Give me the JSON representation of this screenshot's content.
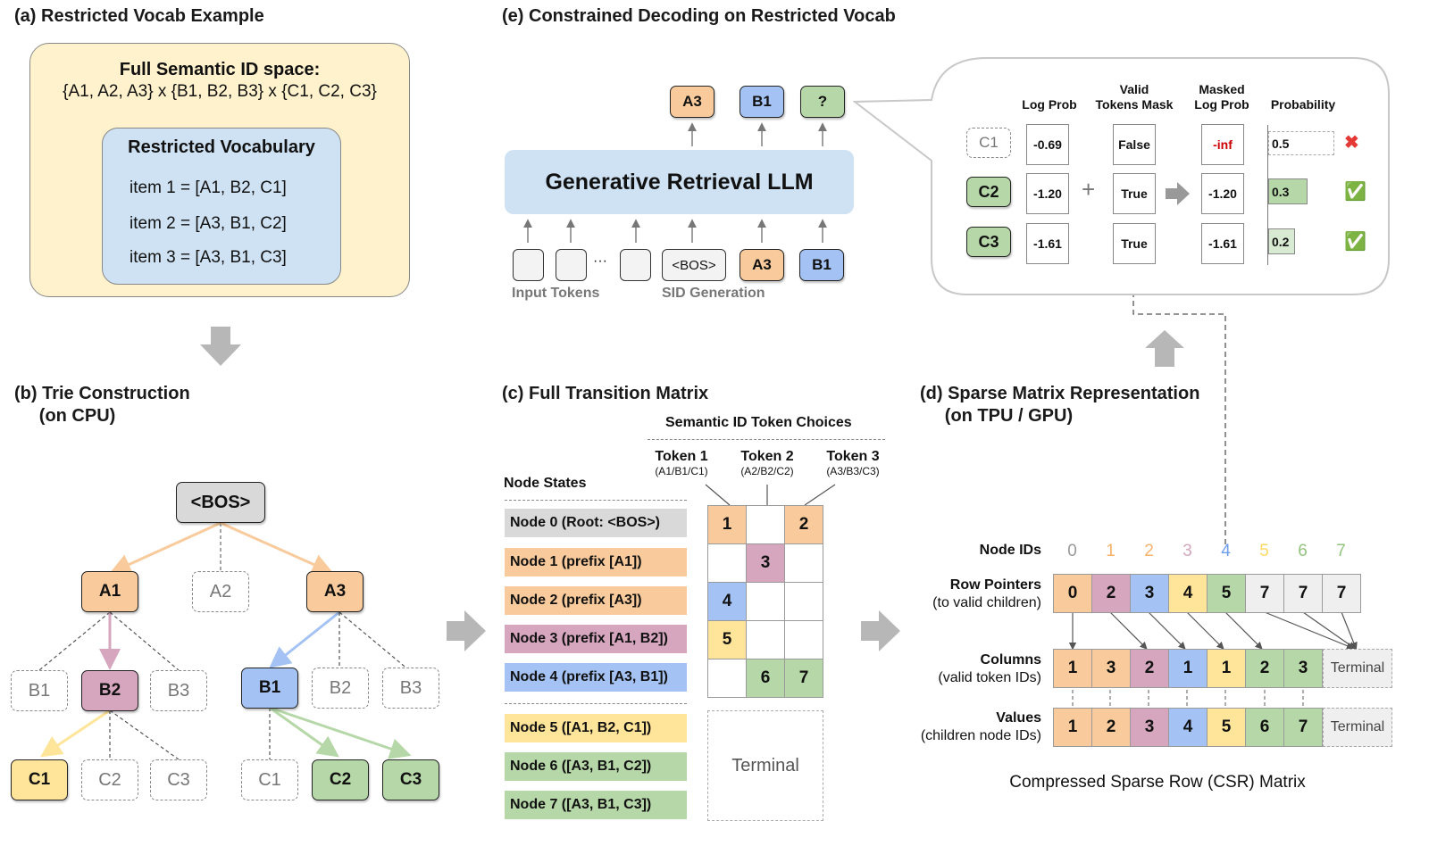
{
  "panel_a": {
    "title": "(a) Restricted Vocab Example",
    "full_space_title": "Full Semantic ID space:",
    "full_space_expr": "{A1, A2, A3} x {B1, B2, B3} x {C1, C2, C3}",
    "restricted_title": "Restricted Vocabulary",
    "items": [
      "item 1 = [A1, B2, C1]",
      "item 2 = [A3, B1, C2]",
      "item 3 = [A3, B1, C3]"
    ]
  },
  "panel_b": {
    "title": "(b) Trie Construction\n     (on CPU)",
    "root": "<BOS>",
    "level1": [
      {
        "label": "A1",
        "valid": true,
        "color": "orange"
      },
      {
        "label": "A2",
        "valid": false
      },
      {
        "label": "A3",
        "valid": true,
        "color": "orange"
      }
    ],
    "level2": [
      {
        "label": "B1",
        "valid": false
      },
      {
        "label": "B2",
        "valid": true,
        "color": "pink"
      },
      {
        "label": "B3",
        "valid": false
      },
      {
        "label": "B1",
        "valid": true,
        "color": "blue"
      },
      {
        "label": "B2",
        "valid": false
      },
      {
        "label": "B3",
        "valid": false
      }
    ],
    "level3": [
      {
        "label": "C1",
        "valid": true,
        "color": "yellow"
      },
      {
        "label": "C2",
        "valid": false
      },
      {
        "label": "C3",
        "valid": false
      },
      {
        "label": "C1",
        "valid": false
      },
      {
        "label": "C2",
        "valid": true,
        "color": "green"
      },
      {
        "label": "C3",
        "valid": true,
        "color": "green"
      }
    ]
  },
  "panel_c": {
    "title": "(c) Full Transition Matrix",
    "token_choices_title": "Semantic ID Token Choices",
    "node_states_title": "Node States",
    "tokens": [
      {
        "name": "Token 1",
        "sub": "(A1/B1/C1)"
      },
      {
        "name": "Token 2",
        "sub": "(A2/B2/C2)"
      },
      {
        "name": "Token 3",
        "sub": "(A3/B3/C3)"
      }
    ],
    "nodes": [
      {
        "label": "Node 0 (Root: <BOS>)",
        "color": "gray",
        "cells": [
          "1",
          "",
          "2"
        ],
        "cell_color": "orange"
      },
      {
        "label": "Node 1 (prefix [A1])",
        "color": "orange",
        "cells": [
          "",
          "3",
          ""
        ],
        "cell_color": "pink"
      },
      {
        "label": "Node 2 (prefix [A3])",
        "color": "orange",
        "cells": [
          "4",
          "",
          ""
        ],
        "cell_color": "blue"
      },
      {
        "label": "Node 3 (prefix [A1, B2])",
        "color": "pink",
        "cells": [
          "5",
          "",
          ""
        ],
        "cell_color": "yellow"
      },
      {
        "label": "Node 4 (prefix [A3, B1])",
        "color": "blue",
        "cells": [
          "",
          "6",
          "7"
        ],
        "cell_color": "green"
      }
    ],
    "terminal_nodes": [
      {
        "label": "Node 5 ([A1, B2, C1])",
        "color": "yellow"
      },
      {
        "label": "Node 6 ([A3, B1, C2])",
        "color": "green"
      },
      {
        "label": "Node 7 ([A3, B1, C3])",
        "color": "green"
      }
    ],
    "terminal_label": "Terminal"
  },
  "panel_d": {
    "title": "(d) Sparse Matrix Representation\n     (on TPU / GPU)",
    "node_ids_label": "Node IDs",
    "node_ids": [
      {
        "v": "0",
        "color": "#999999"
      },
      {
        "v": "1",
        "color": "#f6b26b"
      },
      {
        "v": "2",
        "color": "#f6b26b"
      },
      {
        "v": "3",
        "color": "#d5a6bd"
      },
      {
        "v": "4",
        "color": "#6d9eeb"
      },
      {
        "v": "5",
        "color": "#ffd966"
      },
      {
        "v": "6",
        "color": "#93c47d"
      },
      {
        "v": "7",
        "color": "#93c47d"
      }
    ],
    "row_pointers_label": "Row Pointers",
    "row_pointers_sub": "(to valid children)",
    "row_pointers": [
      {
        "v": "0",
        "color": "orange"
      },
      {
        "v": "2",
        "color": "pink"
      },
      {
        "v": "3",
        "color": "blue"
      },
      {
        "v": "4",
        "color": "yellow"
      },
      {
        "v": "5",
        "color": "green"
      },
      {
        "v": "7",
        "color": "lightgray"
      },
      {
        "v": "7",
        "color": "lightgray"
      },
      {
        "v": "7",
        "color": "lightgray"
      }
    ],
    "columns_label": "Columns",
    "columns_sub": "(valid token IDs)",
    "columns": [
      {
        "v": "1",
        "color": "orange"
      },
      {
        "v": "3",
        "color": "orange"
      },
      {
        "v": "2",
        "color": "pink"
      },
      {
        "v": "1",
        "color": "blue"
      },
      {
        "v": "1",
        "color": "yellow"
      },
      {
        "v": "2",
        "color": "green"
      },
      {
        "v": "3",
        "color": "green"
      }
    ],
    "values_label": "Values",
    "values_sub": "(children node IDs)",
    "values": [
      {
        "v": "1",
        "color": "orange"
      },
      {
        "v": "2",
        "color": "orange"
      },
      {
        "v": "3",
        "color": "pink"
      },
      {
        "v": "4",
        "color": "blue"
      },
      {
        "v": "5",
        "color": "yellow"
      },
      {
        "v": "6",
        "color": "green"
      },
      {
        "v": "7",
        "color": "green"
      }
    ],
    "terminal_label": "Terminal",
    "caption": "Compressed Sparse Row (CSR) Matrix"
  },
  "panel_e": {
    "title": "(e) Constrained Decoding on Restricted Vocab",
    "model_label": "Generative Retrieval LLM",
    "outputs": [
      {
        "label": "A3",
        "color": "orange"
      },
      {
        "label": "B1",
        "color": "blue"
      },
      {
        "label": "?",
        "color": "green"
      }
    ],
    "inputs_ellipsis": "···",
    "bos": "<BOS>",
    "input_sid": [
      {
        "label": "A3",
        "color": "orange"
      },
      {
        "label": "B1",
        "color": "blue"
      }
    ],
    "input_tokens_label": "Input Tokens",
    "sid_generation_label": "SID Generation",
    "headers": {
      "log_prob": "Log Prob",
      "mask": "Valid\nTokens Mask",
      "masked": "Masked\nLog Prob",
      "prob": "Probability"
    },
    "rows": [
      {
        "token": "C1",
        "valid": false,
        "log_prob": "-0.69",
        "mask": "False",
        "masked": "-inf",
        "prob": "0.5",
        "prob_value": 0.5,
        "status": "✖"
      },
      {
        "token": "C2",
        "valid": true,
        "log_prob": "-1.20",
        "mask": "True",
        "masked": "-1.20",
        "prob": "0.3",
        "prob_value": 0.3,
        "status": "✅"
      },
      {
        "token": "C3",
        "valid": true,
        "log_prob": "-1.61",
        "mask": "True",
        "masked": "-1.61",
        "prob": "0.2",
        "prob_value": 0.2,
        "status": "✅"
      }
    ],
    "plus": "+",
    "colors": {
      "inf": "#cc0000",
      "cross": "#e53935"
    }
  }
}
